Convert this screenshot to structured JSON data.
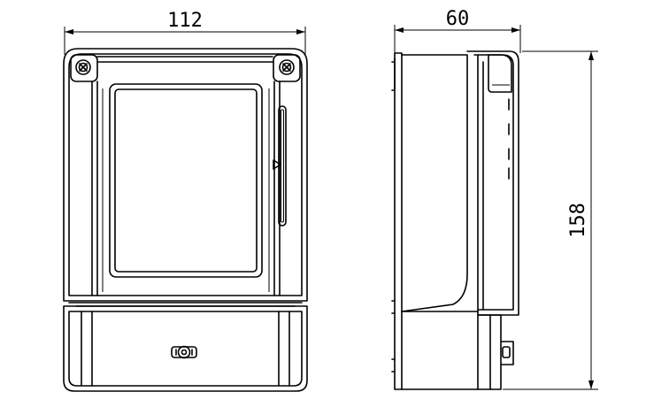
{
  "drawing": {
    "dimensions": {
      "width": "112",
      "depth": "60",
      "height": "158"
    },
    "colors": {
      "line": "#000000",
      "background": "#ffffff"
    }
  }
}
